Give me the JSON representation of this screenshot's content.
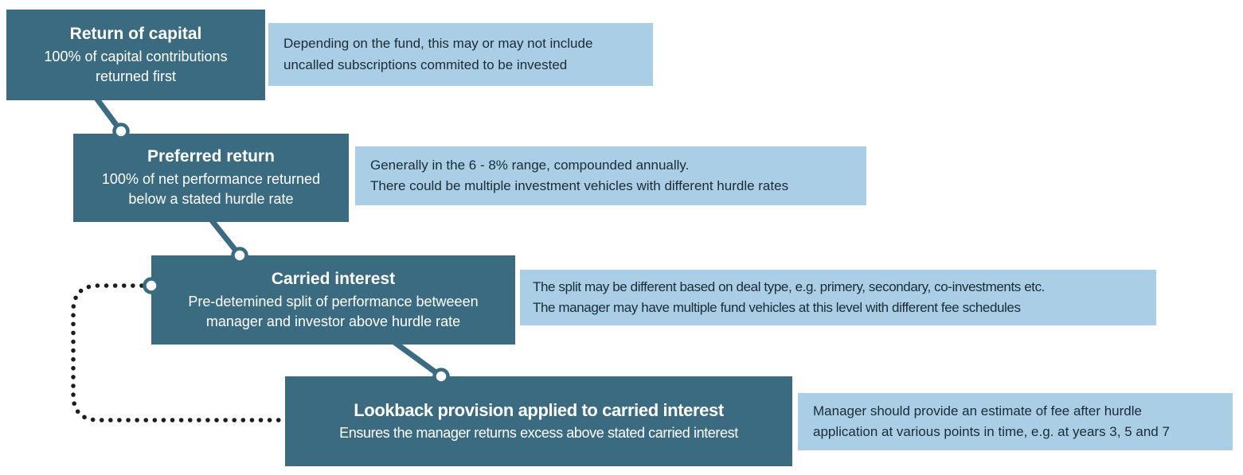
{
  "colors": {
    "box_fill": "#3a6b80",
    "box_text": "#ffffff",
    "note_fill": "#a9cee5",
    "note_text": "#1c2b36",
    "connector": "#3a6b80",
    "dot": "#1d1d1d"
  },
  "steps": [
    {
      "title": "Return of capital",
      "subtitle": "100% of capital contributions\nreturned first",
      "note": "Depending on the fund, this may or may not include\nuncalled subscriptions commited to be invested"
    },
    {
      "title": "Preferred return",
      "subtitle": "100% of net performance returned\nbelow a stated hurdle rate",
      "note": "Generally in the 6 - 8% range, compounded annually.\nThere could be multiple investment vehicles with different hurdle rates"
    },
    {
      "title": "Carried interest",
      "subtitle": "Pre-detemined split of performance betweeen\nmanager and investor above hurdle rate",
      "note": "The split may be different based on deal type, e.g. primery, secondary, co-investments etc.\nThe manager may have multiple fund vehicles at this level with different fee schedules"
    },
    {
      "title": "Lookback provision applied to carried interest",
      "subtitle": "Ensures the manager returns excess above stated carried interest",
      "note": "Manager should provide an estimate of fee after hurdle\napplication at various points in time, e.g. at years 3, 5 and 7"
    }
  ]
}
